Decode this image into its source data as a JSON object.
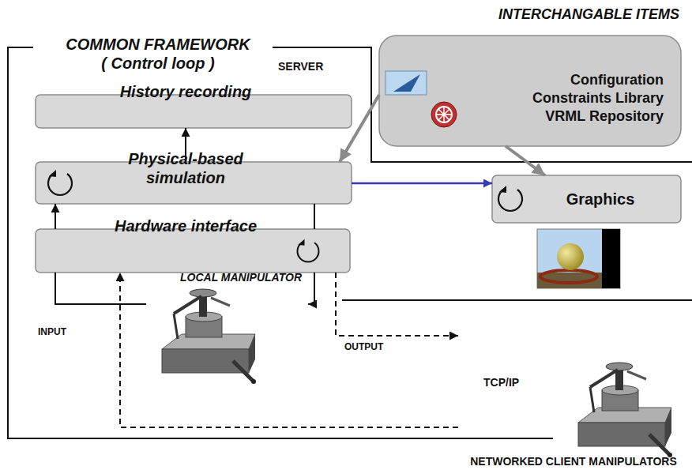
{
  "diagram": {
    "nodes": [
      {
        "text": [
          "COMMON FRAMEWORK ( Control loop )"
        ]
      },
      {
        "text": [
          "History recording"
        ],
        "in": 0
      },
      {
        "text": [
          "Physical-based simulation"
        ],
        "in": 0
      },
      {
        "text": [
          "Hardware interface"
        ],
        "in": 0
      },
      {
        "text": [
          "LOCAL MANIPULATOR"
        ],
        "in": 0
      },
      {
        "text": [
          "INTERCHANGABLE ITEMS",
          "Configuration",
          "Constraints Library",
          "VRML Repository"
        ]
      },
      {
        "text": [
          "Graphics"
        ]
      },
      {
        "text": [
          "NETWORKED CLIENT MANIPULATORS"
        ]
      }
    ],
    "edges": [
      {
        "from": 3,
        "to": 2,
        "arrow": "to"
      },
      {
        "from": 2,
        "to": 1,
        "arrow": "to"
      },
      {
        "from": 2,
        "to": 6,
        "arrow": "to"
      },
      {
        "from": 5,
        "to": 2,
        "arrow": "to"
      },
      {
        "from": 5,
        "to": 6,
        "arrow": "to"
      },
      {
        "from": 4,
        "to": 3,
        "arrow": "none",
        "label": "INPUT"
      },
      {
        "from": 2,
        "to": 3,
        "arrow": "none"
      },
      {
        "from": 3,
        "to": 4,
        "arrow": "to",
        "label": "OUTPUT"
      },
      {
        "from": 3,
        "to": 7,
        "arrow": "to",
        "label": "TCP/IP"
      },
      {
        "from": 7,
        "to": 3,
        "arrow": "to"
      }
    ],
    "labels": [
      "SERVER"
    ]
  }
}
